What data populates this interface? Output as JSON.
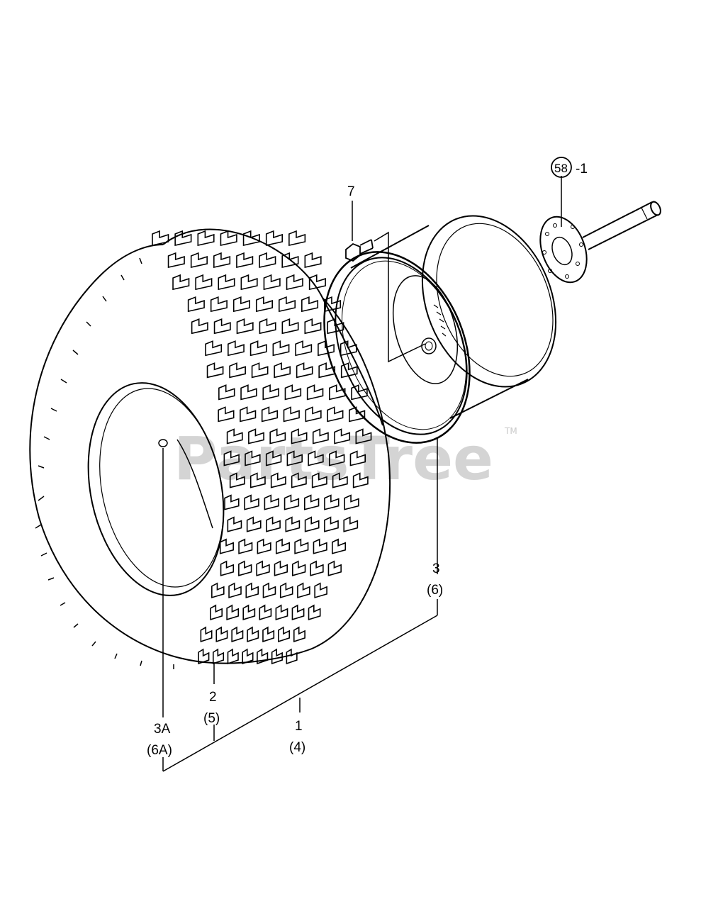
{
  "watermark": {
    "text": "PartsTree",
    "trademark": "TM"
  },
  "callouts": {
    "bolt": {
      "number": "7"
    },
    "hub": {
      "circled": "58",
      "suffix": "-1"
    },
    "rim": {
      "number": "3",
      "alt": "(6)"
    },
    "tire": {
      "number": "2",
      "alt": "(5)"
    },
    "valve": {
      "number": "3A",
      "alt": "(6A)"
    },
    "assembly": {
      "number": "1",
      "alt": "(4)"
    }
  },
  "colors": {
    "line": "#000000",
    "background": "#ffffff",
    "watermark": "#d4d4d4"
  },
  "icons": [
    "wheel-assembly-drawing",
    "tire-drawing",
    "rim-drawing",
    "hub-axle-drawing",
    "bolt-drawing"
  ]
}
